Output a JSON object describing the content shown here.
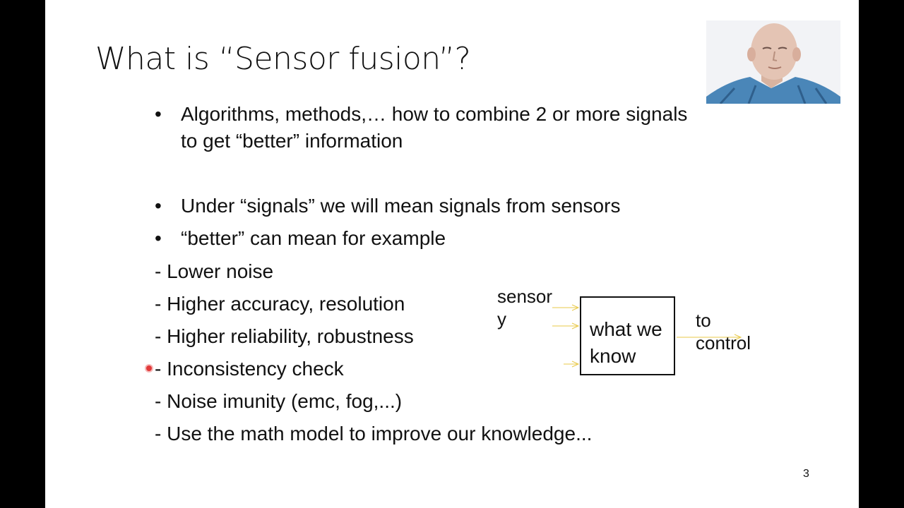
{
  "slide": {
    "title": "What is “Sensor fusion”?",
    "bullets": [
      {
        "marker": "•",
        "text": "Algorithms, methods,… how to combine 2 or more signals to get “better” information"
      },
      {
        "marker": "•",
        "text": "Under “signals” we will mean signals from sensors"
      },
      {
        "marker": "•",
        "text": "“better” can mean for example"
      }
    ],
    "dash_items": [
      "- Lower noise",
      "- Higher accuracy, resolution",
      "- Higher reliability, robustness",
      "- Inconsistency check",
      "- Noise imunity (emc, fog,...)",
      "- Use the math model to improve our knowledge..."
    ],
    "diagram": {
      "input_label_line1": "sensor",
      "input_label_line2": "y",
      "box_line1": "what we",
      "box_line2": "know",
      "output_label_line1": "to",
      "output_label_line2": "control",
      "arrow_color": "#e8c94a"
    },
    "page_number": "3"
  },
  "overlay": {
    "webcam_icon": "presenter-webcam-icon",
    "pointer_color": "#e23a3a"
  }
}
